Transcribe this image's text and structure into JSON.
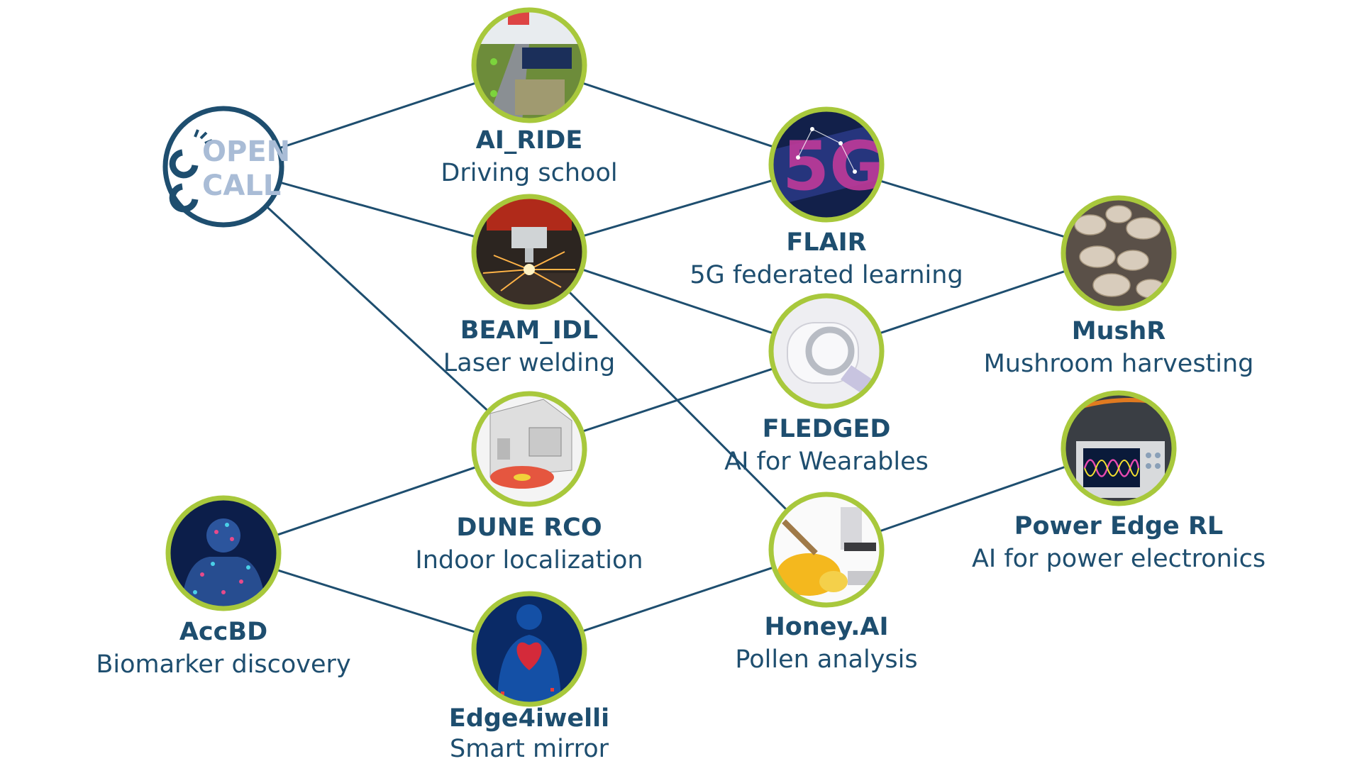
{
  "colors": {
    "line": "#1e4e6f",
    "ring_green": "#a8c83c",
    "ring_navy": "#1e4e6f",
    "text": "#1e4e6f",
    "logo_light": "#a9bcd6"
  },
  "logo": {
    "line1": "OPEN",
    "line2": "CALL",
    "icon": "open-call-logo"
  },
  "nodes": [
    {
      "id": "ai_ride",
      "title": "AI_RIDE",
      "subtitle": "Driving school",
      "icon": "driving-simulator-image"
    },
    {
      "id": "beam_idl",
      "title": "BEAM_IDL",
      "subtitle": "Laser welding",
      "icon": "laser-welding-image"
    },
    {
      "id": "dune_rco",
      "title": "DUNE RCO",
      "subtitle": "Indoor localization",
      "icon": "indoor-room-image"
    },
    {
      "id": "accbd",
      "title": "AccBD",
      "subtitle": "Biomarker discovery",
      "icon": "data-human-image"
    },
    {
      "id": "edge4iwelli",
      "title": "Edge4iwelli",
      "subtitle": "Smart mirror",
      "icon": "heart-scan-image"
    },
    {
      "id": "flair",
      "title": "FLAIR",
      "subtitle": "5G federated learning",
      "icon": "5g-network-image"
    },
    {
      "id": "fledged",
      "title": "FLEDGED",
      "subtitle": "AI for Wearables",
      "icon": "wearable-device-image"
    },
    {
      "id": "honey_ai",
      "title": "Honey.AI",
      "subtitle": "Pollen analysis",
      "icon": "honey-microscope-image"
    },
    {
      "id": "mushr",
      "title": "MushR",
      "subtitle": "Mushroom harvesting",
      "icon": "mushrooms-image"
    },
    {
      "id": "power_edge_rl",
      "title": "Power Edge RL",
      "subtitle": "AI for power electronics",
      "icon": "oscilloscope-image"
    }
  ],
  "edges": [
    [
      "open_call",
      "ai_ride"
    ],
    [
      "open_call",
      "beam_idl"
    ],
    [
      "open_call",
      "dune_rco"
    ],
    [
      "ai_ride",
      "flair"
    ],
    [
      "beam_idl",
      "flair"
    ],
    [
      "beam_idl",
      "fledged"
    ],
    [
      "beam_idl",
      "honey_ai"
    ],
    [
      "flair",
      "mushr"
    ],
    [
      "fledged",
      "mushr"
    ],
    [
      "dune_rco",
      "fledged"
    ],
    [
      "accbd",
      "dune_rco"
    ],
    [
      "accbd",
      "edge4iwelli"
    ],
    [
      "edge4iwelli",
      "honey_ai"
    ],
    [
      "honey_ai",
      "power_edge_rl"
    ]
  ]
}
